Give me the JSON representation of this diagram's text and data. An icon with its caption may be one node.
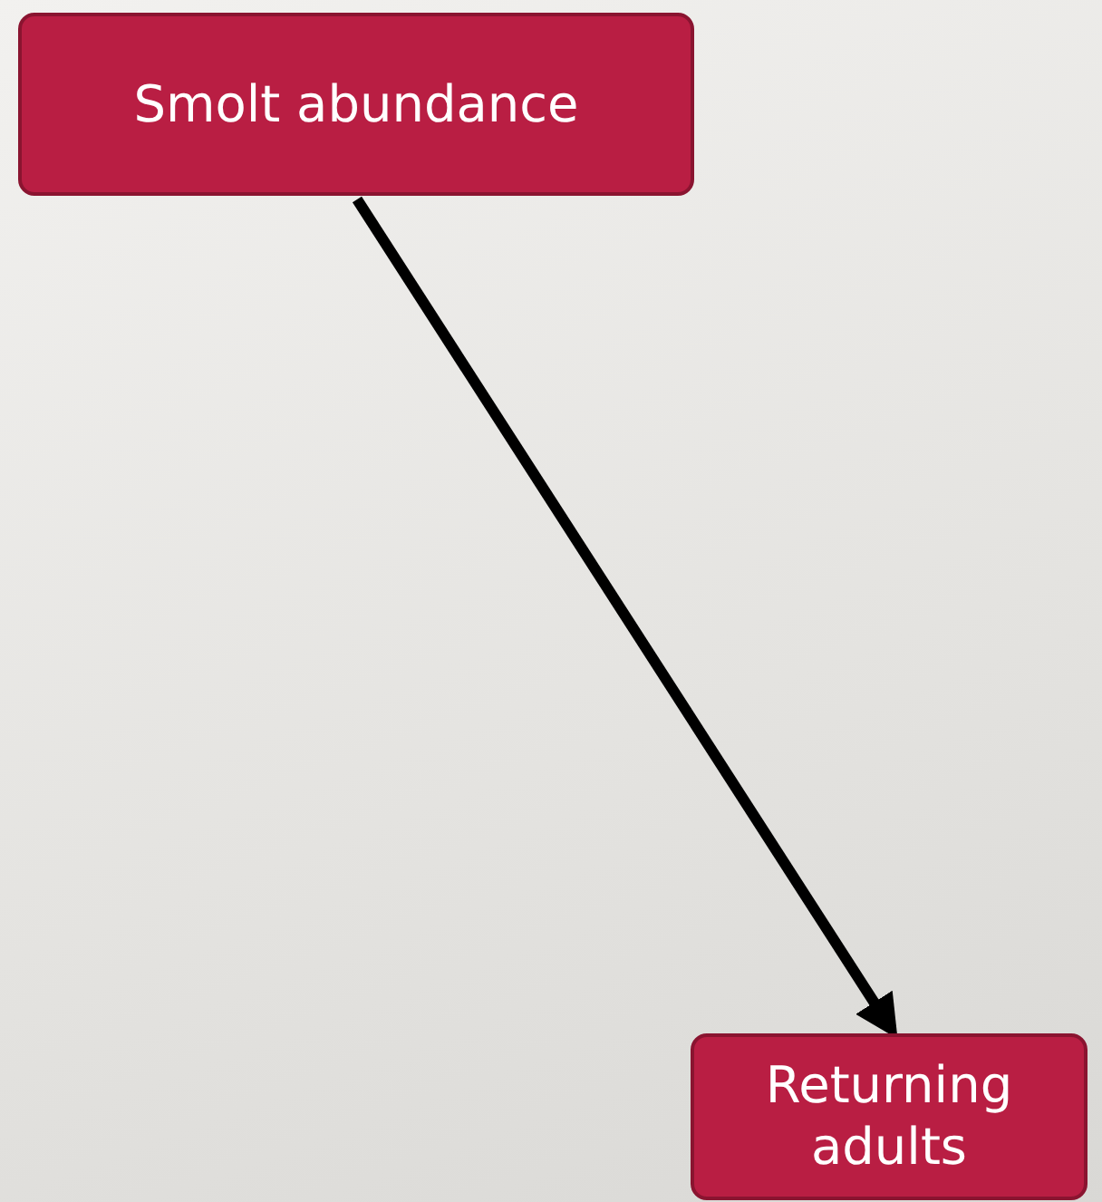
{
  "diagram": {
    "nodes": [
      {
        "text": [
          "Smolt abundance"
        ]
      },
      {
        "text": [
          "Returning adults"
        ]
      }
    ],
    "edges": [
      {
        "from": 0,
        "to": 1,
        "arrow": "to"
      }
    ]
  }
}
